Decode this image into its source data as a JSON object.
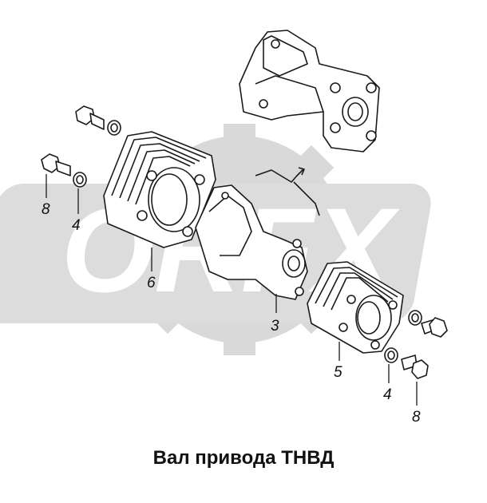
{
  "caption": "Вал привода ТНВД",
  "watermark": {
    "text": "ORFX",
    "gear_color": "#d6d6d6",
    "text_color": "#ffffff"
  },
  "callouts": {
    "bolt_left": "8",
    "washer_left": "4",
    "flange_left": "6",
    "shaft": "3",
    "flange_right": "5",
    "washer_right": "4",
    "bolt_right": "8"
  },
  "colors": {
    "line": "#1a1a1a",
    "fill": "#ffffff"
  }
}
